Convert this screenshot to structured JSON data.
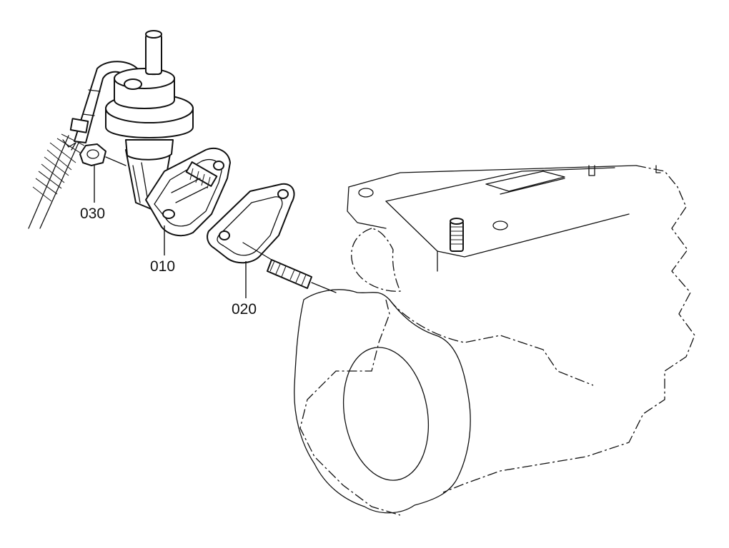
{
  "diagram": {
    "callouts": [
      {
        "id": "callout-030",
        "label": "030"
      },
      {
        "id": "callout-010",
        "label": "010"
      },
      {
        "id": "callout-020",
        "label": "020"
      }
    ],
    "colors": {
      "line": "#111111",
      "background": "#ffffff"
    }
  }
}
